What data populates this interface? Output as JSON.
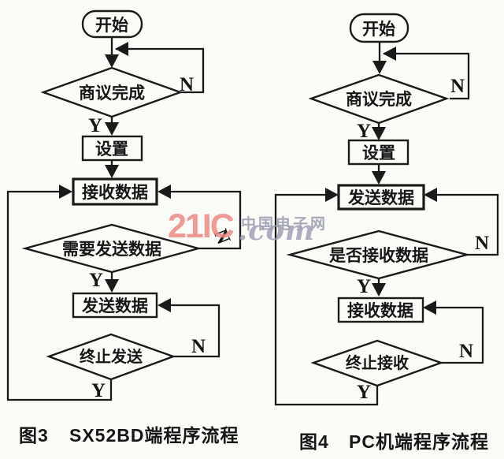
{
  "page": {
    "background_color": "#fbfbf8",
    "ink_color": "#1a1a1a"
  },
  "branch": {
    "yes": "Y",
    "no": "N"
  },
  "watermark": {
    "brand": "21IC",
    "domain_suffix": ".com",
    "site_name": "中国电子网",
    "brand_color": "#ee8a83",
    "suffix_color": "#a49eb6",
    "site_name_color": "#9da1b0"
  },
  "figure3": {
    "caption_label": "图3",
    "caption_text": "SX52BD端程序流程",
    "nodes": {
      "start": "开始",
      "decision_negotiate": "商议完成",
      "setup": "设置",
      "receive": "接收数据",
      "decision_need_send": "需要发送数据",
      "send": "发送数据",
      "decision_stop_send": "终止发送"
    }
  },
  "figure4": {
    "caption_label": "图4",
    "caption_text": "PC机端程序流程",
    "nodes": {
      "start": "开始",
      "decision_negotiate": "商议完成",
      "setup": "设置",
      "send": "发送数据",
      "decision_receive": "是否接收数据",
      "receive": "接收数据",
      "decision_stop_receive": "终止接收"
    }
  }
}
